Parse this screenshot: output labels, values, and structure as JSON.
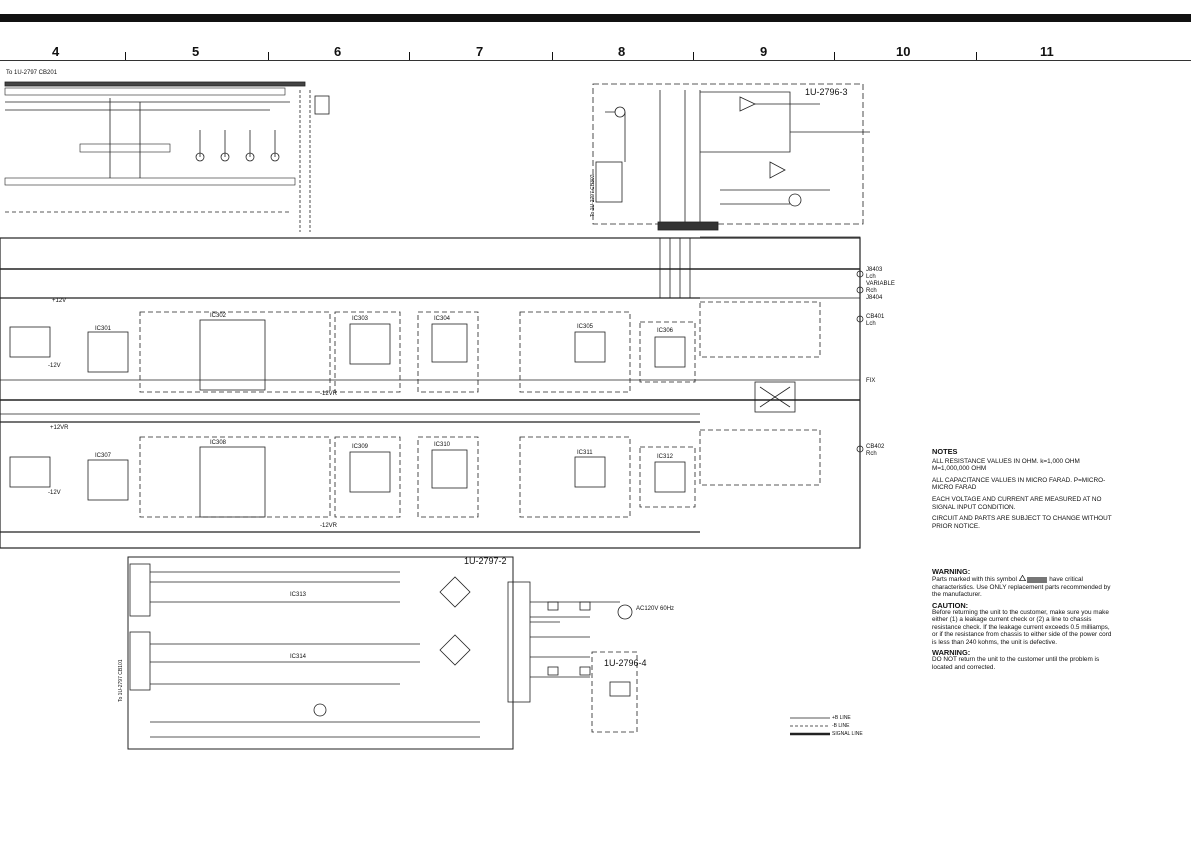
{
  "grid_columns": [
    "4",
    "5",
    "6",
    "7",
    "8",
    "9",
    "10",
    "11"
  ],
  "boards": {
    "board_a": "1U-2796-3",
    "board_b": "1U-2797-2",
    "board_c": "1U-2796-4"
  },
  "ics": [
    "IC301",
    "IC302",
    "IC303",
    "IC304",
    "IC305",
    "IC306",
    "IC307",
    "IC308",
    "IC309",
    "IC310",
    "IC311",
    "IC312",
    "IC313",
    "IC314"
  ],
  "connectors": {
    "top_left_ref": "To 1U-2797 CB201",
    "mid_ref": "To 1U-2797 CB302",
    "bottom_left_ref": "To 1U-2797 CB101",
    "jacks": [
      "J8403",
      "Lch",
      "VARIABLE",
      "Rch",
      "J8404",
      "CB401",
      "Lch",
      "CB402",
      "Rch"
    ],
    "fix_label": "FIX",
    "ac_label": "AC120V 60Hz"
  },
  "supply": {
    "pos12": "+12V",
    "neg12": "-12V",
    "pos12r": "+12VR",
    "neg12r": "-12VR"
  },
  "notes": {
    "title": "NOTES",
    "items": [
      "ALL RESISTANCE VALUES IN OHM. k=1,000 OHM M=1,000,000 OHM",
      "ALL CAPACITANCE VALUES IN MICRO FARAD. P=MICRO-MICRO FARAD",
      "EACH VOLTAGE AND CURRENT ARE MEASURED AT NO SIGNAL INPUT CONDITION.",
      "CIRCUIT AND PARTS ARE SUBJECT TO CHANGE WITHOUT PRIOR NOTICE."
    ]
  },
  "warning": {
    "title1": "WARNING:",
    "text1a": "Parts marked with this symbol",
    "text1b": "have critical characteristics.",
    "text1c": "Use ONLY replacement parts recommended by the manufacturer.",
    "title2": "CAUTION:",
    "text2": "Before returning the unit to the customer, make sure you make either (1) a leakage current check or (2) a line to chassis resistance check. If the leakage current exceeds 0.5 milliamps, or if the resistance from chassis to either side of the power cord is less than 240 kohms, the unit is defective.",
    "title3": "WARNING:",
    "text3": "DO NOT return the unit to the customer until the problem is located and corrected."
  },
  "legend": {
    "items": [
      "+B LINE",
      "-B LINE",
      "SIGNAL LINE"
    ]
  }
}
